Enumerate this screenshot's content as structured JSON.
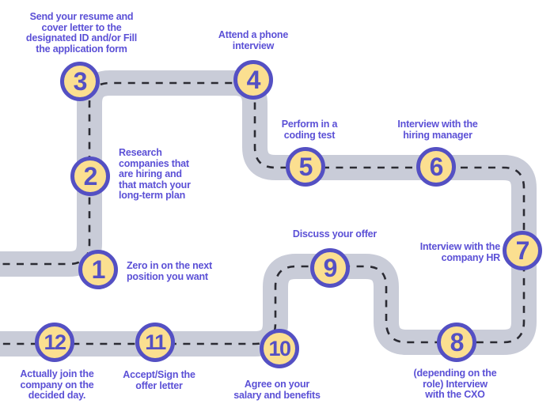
{
  "colors": {
    "road": "#c9ccd8",
    "dash": "#2b2b33",
    "marker_fill": "#fbdf90",
    "marker_border": "#5450c3",
    "label_text": "#5b50d6"
  },
  "steps": [
    {
      "number": "1",
      "label": "Zero in on the next\nposition you want"
    },
    {
      "number": "2",
      "label": "Research\ncompanies that\nare hiring and\nthat match your\nlong-term plan"
    },
    {
      "number": "3",
      "label": "Send your resume and\ncover letter to the\ndesignated ID and/or Fill\nthe application form"
    },
    {
      "number": "4",
      "label": "Attend a phone\ninterview"
    },
    {
      "number": "5",
      "label": "Perform in a\ncoding test"
    },
    {
      "number": "6",
      "label": "Interview with the\nhiring manager"
    },
    {
      "number": "7",
      "label": "Interview with the\ncompany HR"
    },
    {
      "number": "8",
      "label": "(depending on the\nrole) Interview\nwith the CXO"
    },
    {
      "number": "9",
      "label": "Discuss your offer"
    },
    {
      "number": "10",
      "label": "Agree on your\nsalary and benefits"
    },
    {
      "number": "11",
      "label": "Accept/Sign the\noffer letter"
    },
    {
      "number": "12",
      "label": "Actually join the\ncompany on the\ndecided day."
    }
  ]
}
